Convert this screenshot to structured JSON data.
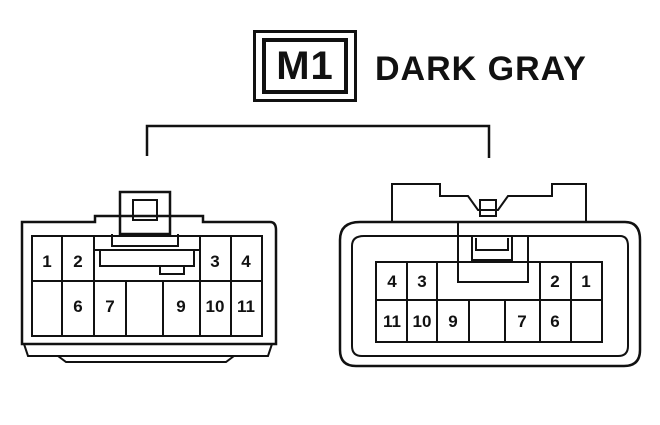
{
  "connector": {
    "code": "M1",
    "color": "DARK GRAY"
  },
  "left_connector": {
    "pins": [
      {
        "label": "1"
      },
      {
        "label": "2"
      },
      {
        "label": "3"
      },
      {
        "label": "4"
      },
      {
        "label": "6"
      },
      {
        "label": "7"
      },
      {
        "label": "9"
      },
      {
        "label": "10"
      },
      {
        "label": "11"
      }
    ]
  },
  "right_connector": {
    "pins": [
      {
        "label": "4"
      },
      {
        "label": "3"
      },
      {
        "label": "2"
      },
      {
        "label": "1"
      },
      {
        "label": "11"
      },
      {
        "label": "10"
      },
      {
        "label": "9"
      },
      {
        "label": "7"
      },
      {
        "label": "6"
      }
    ]
  }
}
